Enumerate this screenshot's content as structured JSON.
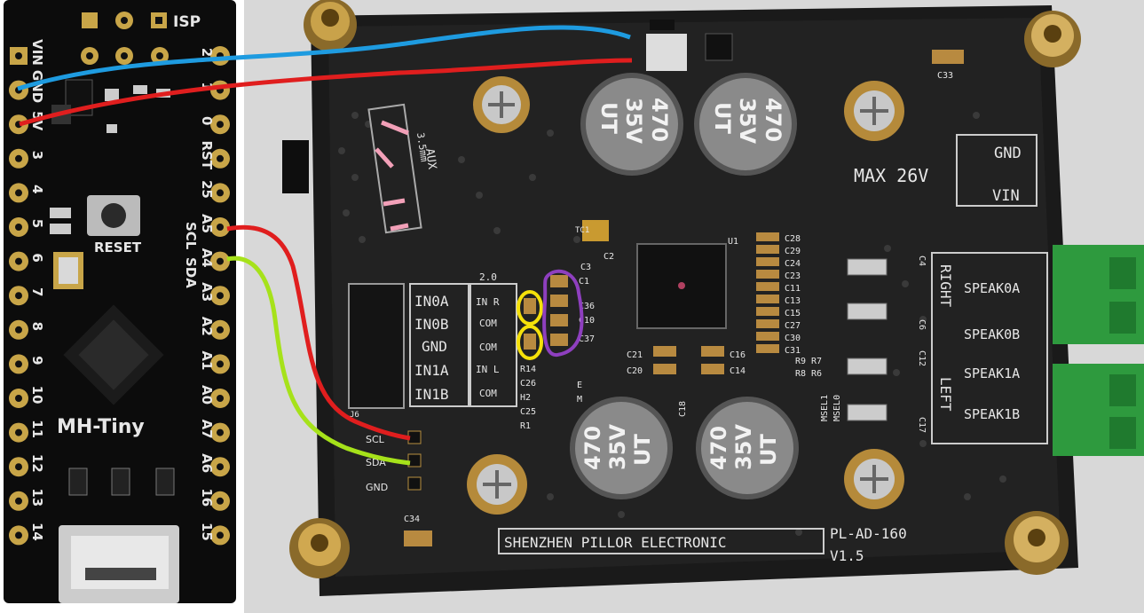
{
  "mh_tiny": {
    "name": "MH-Tiny",
    "isp_label": "ISP",
    "reset_label": "RESET",
    "left_pins": [
      "VIN",
      "GND",
      "5V",
      "3",
      "4",
      "5",
      "6",
      "7",
      "8",
      "9",
      "10",
      "11",
      "12",
      "13",
      "14"
    ],
    "right_pins": [
      "2",
      "1",
      "0",
      "RST",
      "25",
      "A5",
      "A4",
      "A3",
      "A2",
      "A1",
      "A0",
      "A7",
      "A6",
      "16",
      "15"
    ],
    "scl_label": "SCL",
    "sda_label": "SDA"
  },
  "amp_board": {
    "maker": "SHENZHEN PILLOR ELECTRONIC",
    "model": "PL-AD-160",
    "version": "V1.5",
    "max_voltage": "MAX 26V",
    "power_gnd": "GND",
    "power_vin": "VIN",
    "aux_label": "AUX",
    "aux_size": "3.5mm",
    "input_labels": [
      "IN0A",
      "IN0B",
      "GND",
      "IN1A",
      "IN1B"
    ],
    "input_side_labels": [
      "IN R",
      "COM",
      "COM",
      "IN L",
      "COM"
    ],
    "version_small": "2.0",
    "j6_label": "J6",
    "i2c_labels": [
      "SCL",
      "SDA",
      "GND"
    ],
    "c34_label": "C34",
    "c33_label": "C33",
    "tc1_label": "TC1",
    "right_label": "RIGHT",
    "left_label": "LEFT",
    "speaker_labels": [
      "SPEAK0A",
      "SPEAK0B",
      "SPEAK1A",
      "SPEAK1B"
    ],
    "capacitor_text": [
      "470",
      "35V",
      "UT"
    ],
    "cap_refs": [
      "C28",
      "C29",
      "C24",
      "C23",
      "C11",
      "C13",
      "C15",
      "C27",
      "C30",
      "C31"
    ],
    "cap_refs_left": [
      "C2",
      "C3",
      "C1",
      "C36",
      "C10",
      "C37"
    ],
    "misc_refs": [
      "C21",
      "C20",
      "C16",
      "C14",
      "C18",
      "R14",
      "C26",
      "H2",
      "C25",
      "R1",
      "E",
      "M"
    ],
    "right_refs": [
      "C4",
      "C6",
      "C12",
      "C17"
    ],
    "msel_labels": [
      "MSEL1",
      "MSEL0"
    ],
    "r_refs": [
      "R9",
      "R8",
      "R7",
      "R6"
    ],
    "u1_label": "U1"
  },
  "wires": {
    "gnd_color": "#1e9be0",
    "vcc_color": "#e01e1e",
    "scl_color": "#e01e1e",
    "sda_color": "#a6e21a"
  },
  "annotations": {
    "pink_color": "#f2a0b8",
    "yellow_color": "#f5e10a",
    "purple_color": "#8e3fbf"
  }
}
